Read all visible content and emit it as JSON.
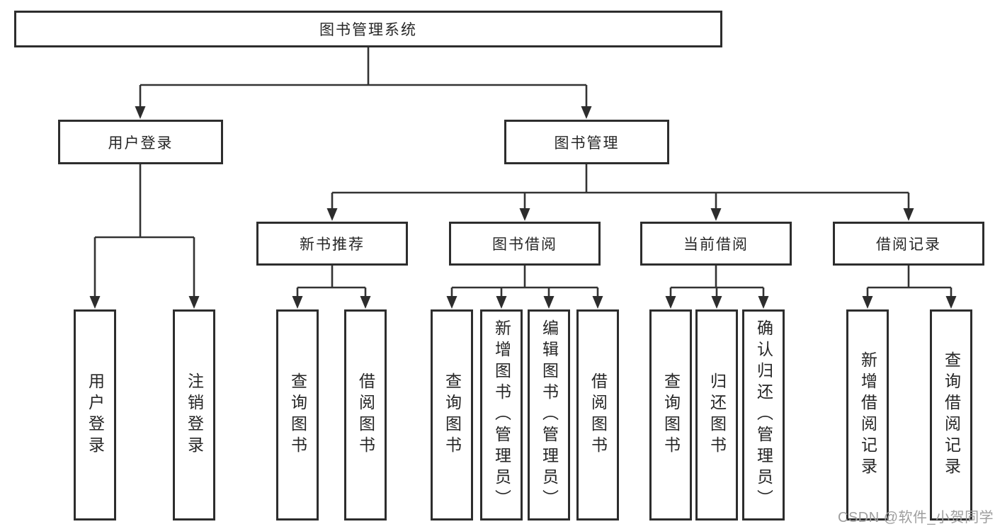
{
  "diagram": {
    "root": "图书管理系统",
    "level2": {
      "left": "用户登录",
      "right": "图书管理"
    },
    "level3": [
      "新书推荐",
      "图书借阅",
      "当前借阅",
      "借阅记录"
    ],
    "leaves": {
      "user": [
        "用户登录",
        "注销登录"
      ],
      "newbook": [
        "查询图书",
        "借阅图书"
      ],
      "borrow": [
        "查询图书",
        "新增图书（管理员）",
        "编辑图书（管理员）",
        "借阅图书"
      ],
      "current": [
        "查询图书",
        "归还图书",
        "确认归还（管理员）"
      ],
      "records": [
        "新增借阅记录",
        "查询借阅记录"
      ]
    },
    "watermark": "CSDN @软件_小贺同学",
    "colors": {
      "line": "#333333",
      "border": "#2d2d2d",
      "text": "#262626",
      "watermark": "#9e9e9e",
      "background": "#ffffff"
    }
  }
}
